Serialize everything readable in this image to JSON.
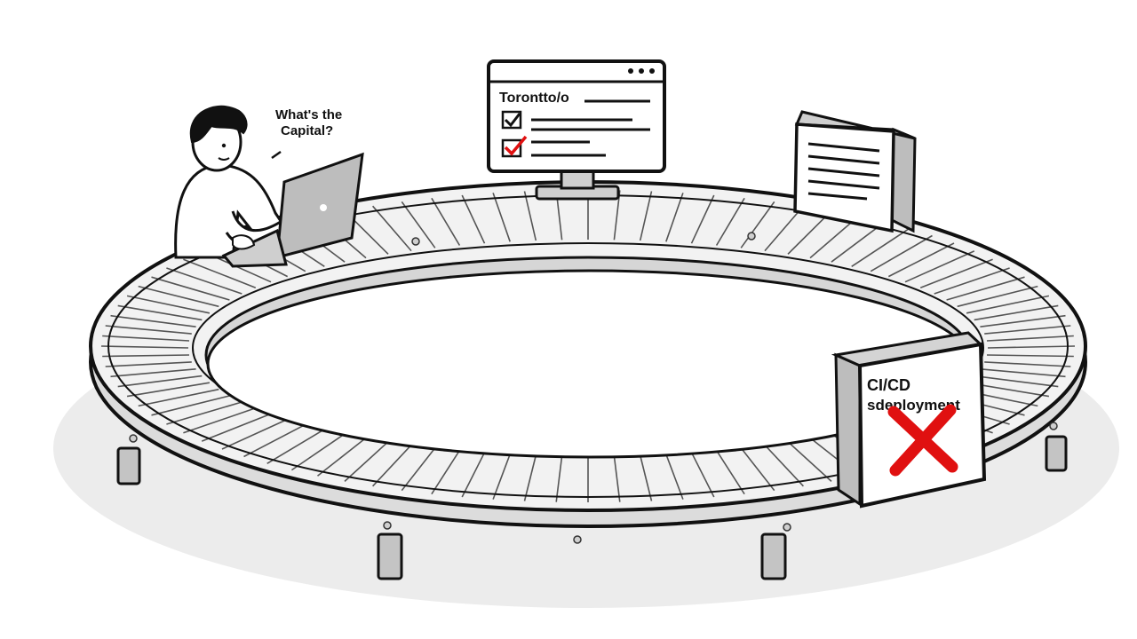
{
  "speech_bubble": {
    "line1": "What's the",
    "line2": "Capital?"
  },
  "monitor": {
    "heading": "Torontto/o",
    "checkboxes": [
      {
        "state": "checked"
      },
      {
        "state": "checked-red"
      }
    ]
  },
  "deployment_box": {
    "line1": "CI/CD",
    "line2": "sdeployment",
    "status_icon": "red-x-icon"
  },
  "colors": {
    "ink": "#111111",
    "belt_fill": "#f2f2f2",
    "accent_red": "#e01010",
    "leg_gray": "#bdbdbd"
  }
}
